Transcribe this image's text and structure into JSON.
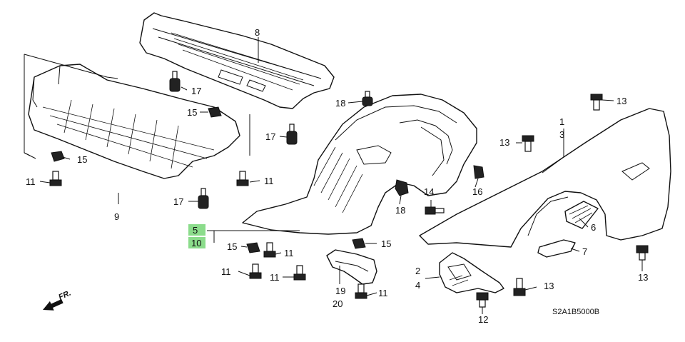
{
  "diagram": {
    "code": "S2A1B5000B",
    "direction_label": "FR.",
    "highlight_color": "#8bdc8b",
    "callouts": {
      "c1": "1",
      "c3": "3",
      "c2": "2",
      "c4": "4",
      "c5": "5",
      "c10": "10",
      "c6": "6",
      "c7": "7",
      "c8": "8",
      "c9": "9",
      "c11a": "11",
      "c11b": "11",
      "c11c": "11",
      "c11d": "11",
      "c11e": "11",
      "c11f": "11",
      "c12": "12",
      "c13a": "13",
      "c13b": "13",
      "c13c": "13",
      "c13d": "13",
      "c14": "14",
      "c15a": "15",
      "c15b": "15",
      "c15c": "15",
      "c15d": "15",
      "c16": "16",
      "c17a": "17",
      "c17b": "17",
      "c17c": "17",
      "c18a": "18",
      "c18b": "18",
      "c19": "19",
      "c20": "20"
    }
  }
}
